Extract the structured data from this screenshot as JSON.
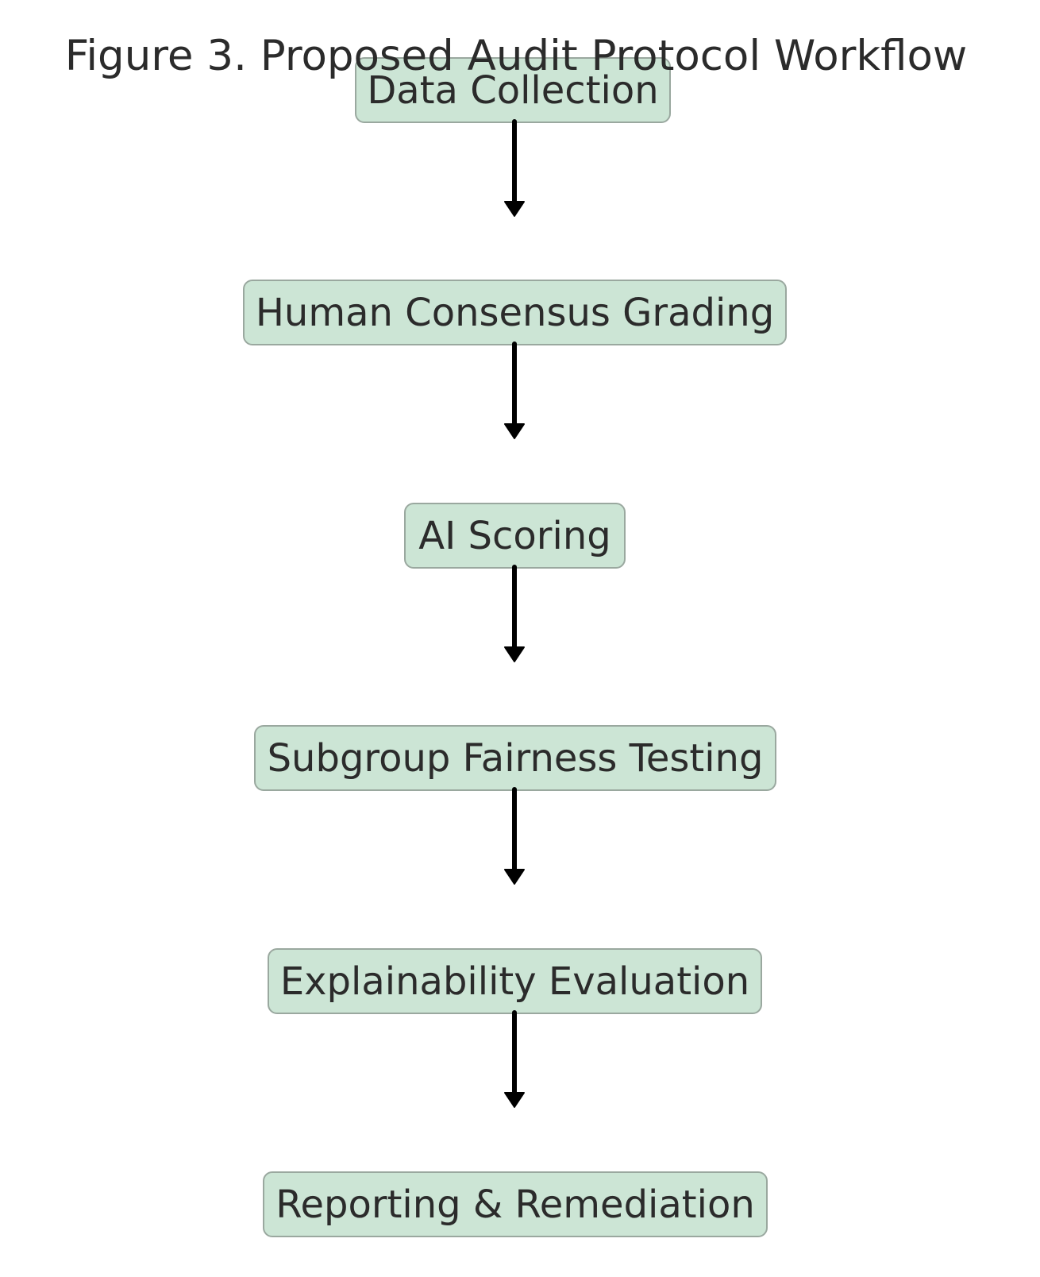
{
  "title": "Figure 3. Proposed Audit Protocol Workflow",
  "steps": [
    {
      "label": "Data Collection"
    },
    {
      "label": "Human Consensus Grading"
    },
    {
      "label": "AI Scoring"
    },
    {
      "label": "Subgroup Fairness Testing"
    },
    {
      "label": "Explainability Evaluation"
    },
    {
      "label": "Reporting & Remediation"
    }
  ],
  "colors": {
    "box_fill": "#cce5d5",
    "box_border": "#9aa89f",
    "text": "#2b2b2b",
    "arrow": "#000000"
  }
}
